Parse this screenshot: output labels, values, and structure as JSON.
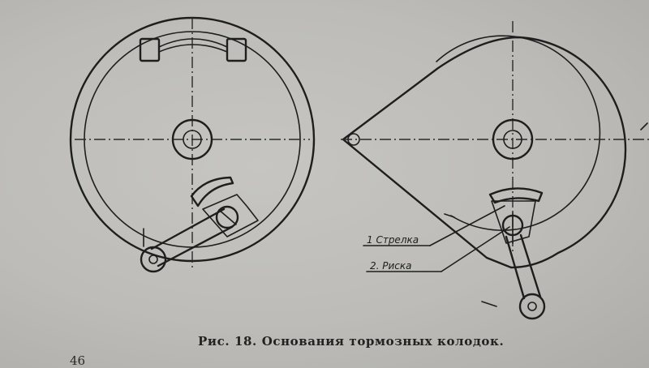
{
  "figure": {
    "caption": "Рис. 18. Основания тормозных колодок.",
    "labels": {
      "arrow": "1 Стрелка",
      "mark": "2. Риска"
    }
  },
  "page_number": "46",
  "colors": {
    "paper": "#bdbcb8",
    "ink": "#1e1e1e"
  }
}
